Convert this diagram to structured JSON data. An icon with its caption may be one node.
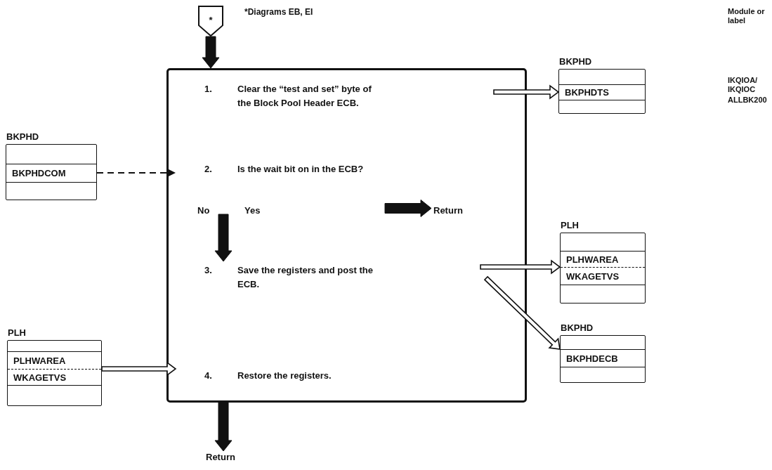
{
  "diagram": {
    "nodes": [
      {
        "text": [
          "*"
        ],
        "beside": [
          "*Diagrams EB, EI"
        ]
      },
      {
        "text": [],
        "shape": "box"
      },
      {
        "text": [
          "1.",
          "Clear the “test and set” byte of the Block Pool Header ECB."
        ],
        "in": 1
      },
      {
        "text": [
          "2.",
          "Is the wait bit on in the ECB?"
        ],
        "in": 1
      },
      {
        "text": [
          "No"
        ],
        "in": 1
      },
      {
        "text": [
          "Yes"
        ],
        "in": 1
      },
      {
        "text": [
          "Return"
        ],
        "in": 1
      },
      {
        "text": [
          "3.",
          "Save the registers and post the ECB."
        ],
        "in": 1
      },
      {
        "text": [
          "4.",
          "Restore the registers."
        ],
        "in": 1
      },
      {
        "text": [
          "Return"
        ]
      },
      {
        "text": [
          "BKPHD"
        ]
      },
      {
        "text": [
          "BKPHDTS"
        ],
        "in": 10
      },
      {
        "text": [
          "BKPHD"
        ]
      },
      {
        "text": [
          "BKPHDCOM"
        ],
        "in": 12
      },
      {
        "text": [
          "PLH"
        ]
      },
      {
        "text": [
          "PLHWAREA"
        ],
        "in": 14
      },
      {
        "text": [
          "WKAGETVS"
        ],
        "in": 14
      },
      {
        "text": [
          "BKPHD"
        ]
      },
      {
        "text": [
          "BKPHDECB"
        ],
        "in": 17
      },
      {
        "text": [
          "PLH"
        ]
      },
      {
        "text": [
          "PLHWAREA"
        ],
        "in": 19
      },
      {
        "text": [
          "WKAGETVS"
        ],
        "in": 19
      }
    ],
    "edges": [
      {
        "from": 0,
        "to": 1,
        "arrow": "to",
        "style": "thick"
      },
      {
        "from": 1,
        "to": 11,
        "arrow": "to"
      },
      {
        "from": 13,
        "to": 3,
        "arrow": "to",
        "style": "dashed"
      },
      {
        "from": 4,
        "to": 7,
        "arrow": "to",
        "style": "thick"
      },
      {
        "from": null,
        "to": 6,
        "arrow": "to",
        "style": "thick"
      },
      {
        "from": 1,
        "to": 14,
        "arrow": "to"
      },
      {
        "from": 1,
        "to": 18,
        "arrow": "to"
      },
      {
        "from": 19,
        "to": 8,
        "arrow": "to"
      },
      {
        "from": 1,
        "to": 9,
        "arrow": "to",
        "style": "thick"
      }
    ],
    "labels": [
      "Module or label",
      "IKQIOA/ IKQIOC",
      "ALLBK200"
    ]
  }
}
